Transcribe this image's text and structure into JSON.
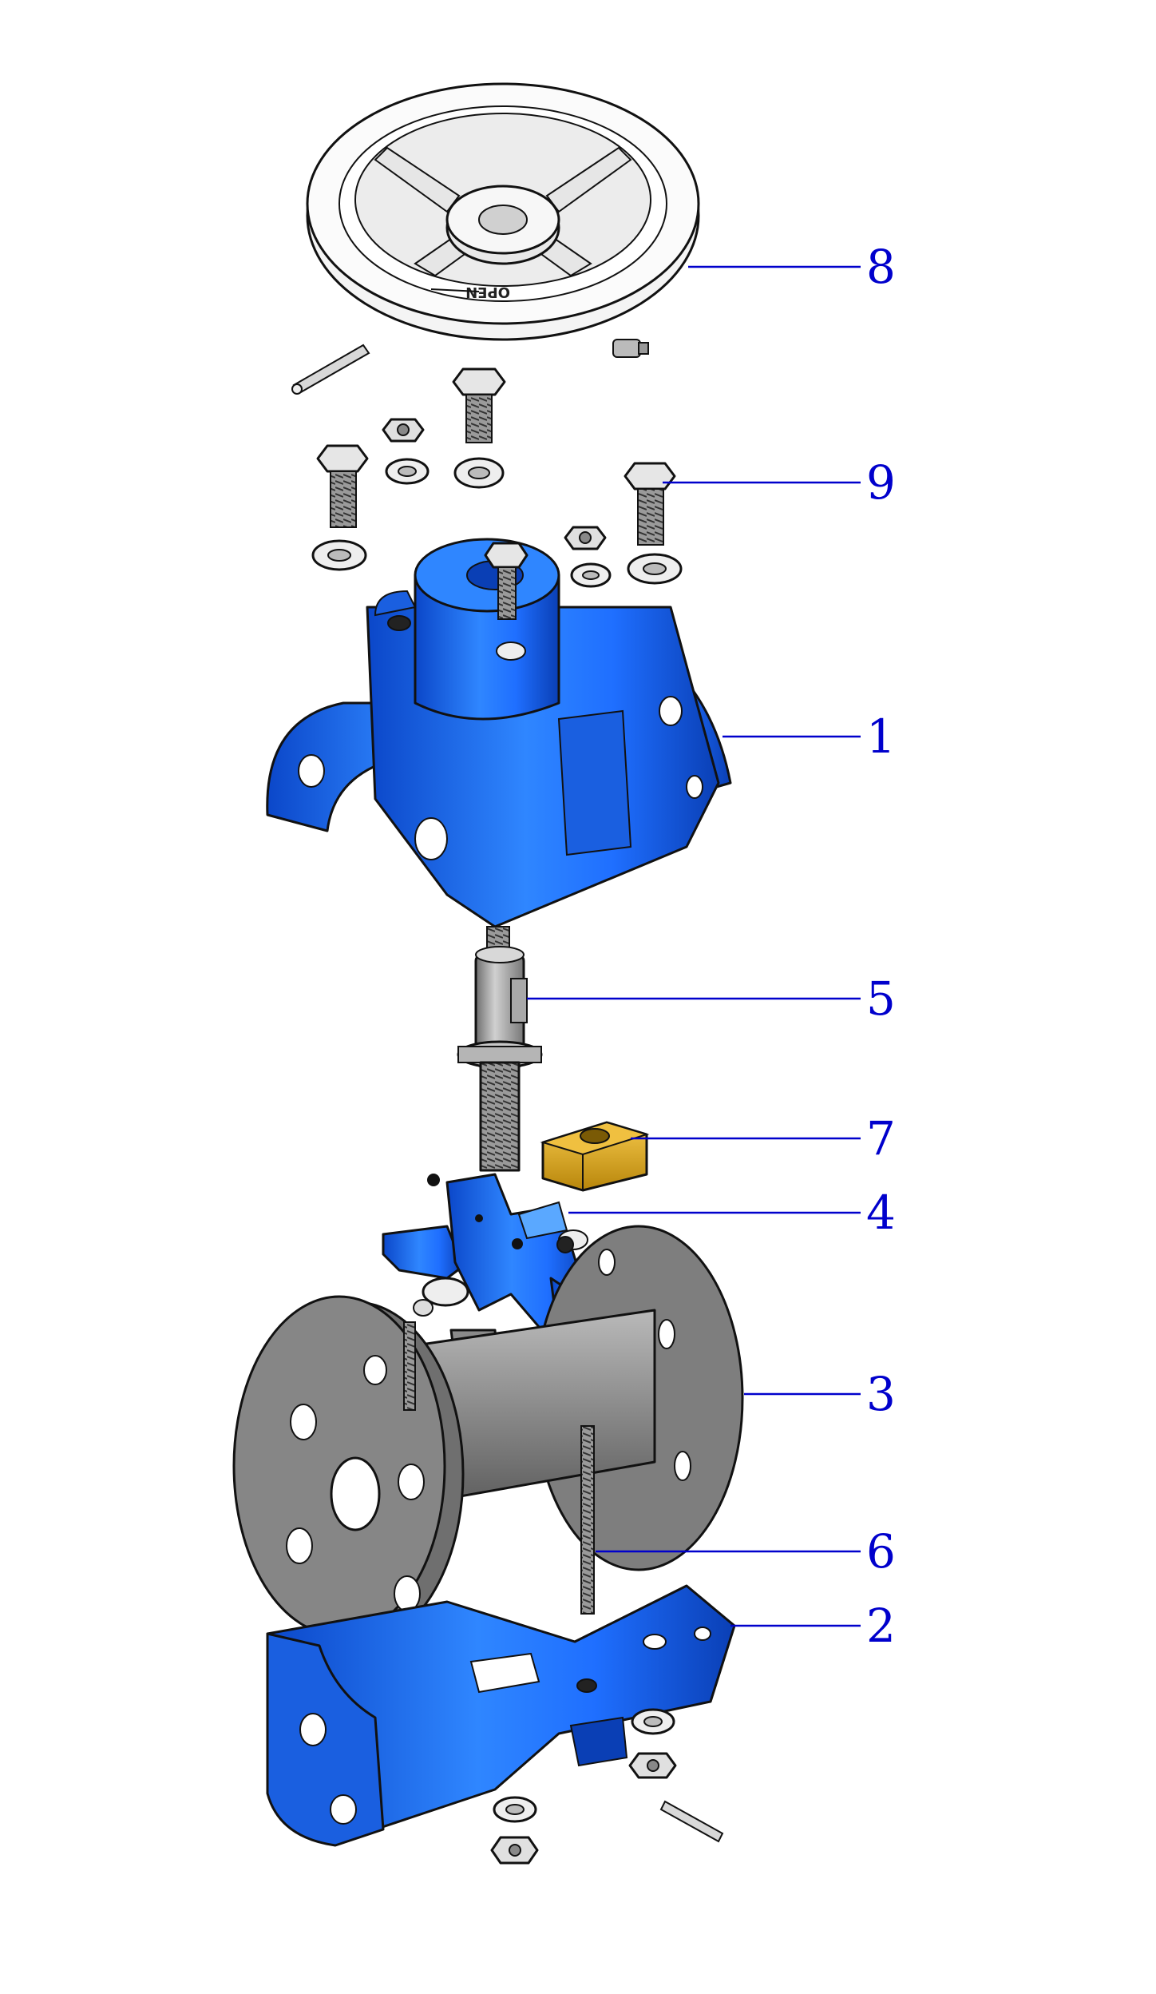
{
  "colors": {
    "body_blue": "#1f6fff",
    "body_blue_dark": "#0b47c9",
    "body_blue_light": "#5aa8ff",
    "steel_gray": "#8a8a8a",
    "steel_dark": "#555555",
    "brass": "#e0a915",
    "callout_blue": "#0000cc",
    "handwheel_white": "#f4f4f4"
  },
  "handwheel": {
    "text": "OPEN"
  },
  "callouts": [
    {
      "label": "8"
    },
    {
      "label": "9"
    },
    {
      "label": "1"
    },
    {
      "label": "5"
    },
    {
      "label": "7"
    },
    {
      "label": "4"
    },
    {
      "label": "3"
    },
    {
      "label": "6"
    },
    {
      "label": "2"
    }
  ]
}
